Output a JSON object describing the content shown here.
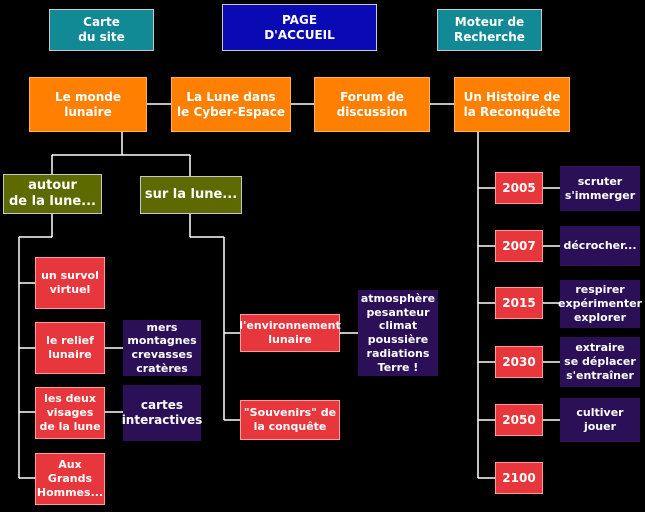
{
  "top_nav": {
    "site_map": "Carte\ndu site",
    "home": "PAGE\nD'ACCUEIL",
    "search": "Moteur de\nRecherche"
  },
  "main_nav": {
    "lunar_world": "Le monde\nlunaire",
    "moon_cyberspace": "La Lune dans\nle Cyber-Espace",
    "forum": "Forum de\ndiscussion",
    "history": "Un Histoire de\nla Reconquête"
  },
  "sub_nav": {
    "around_moon": "autour\nde la lune...",
    "on_moon": "sur la lune..."
  },
  "around_items": {
    "virtual_flyover": "un survol\nvirtuel",
    "lunar_relief": "le relief\nlunaire",
    "relief_notes": "mers\nmontagnes\ncrevasses\ncratères",
    "two_faces": "les deux\nvisages\nde la lune",
    "two_faces_notes": "cartes\ninteractives",
    "great_men": "Aux\nGrands\nHommes..."
  },
  "on_items": {
    "environment": "l'environnement\nlunaire",
    "environment_notes": "atmosphère\npesanteur\nclimat\npoussière\nradiations\nTerre !",
    "souvenirs": "\"Souvenirs\" de\nla conquête"
  },
  "timeline": [
    {
      "year": "2005",
      "desc": "scruter\ns'immerger"
    },
    {
      "year": "2007",
      "desc": "décrocher..."
    },
    {
      "year": "2015",
      "desc": "respirer\nexpérimenter\nexplorer"
    },
    {
      "year": "2030",
      "desc": "extraire\nse déplacer\ns'entraîner"
    },
    {
      "year": "2050",
      "desc": "cultiver\njouer"
    },
    {
      "year": "2100",
      "desc": ""
    }
  ]
}
